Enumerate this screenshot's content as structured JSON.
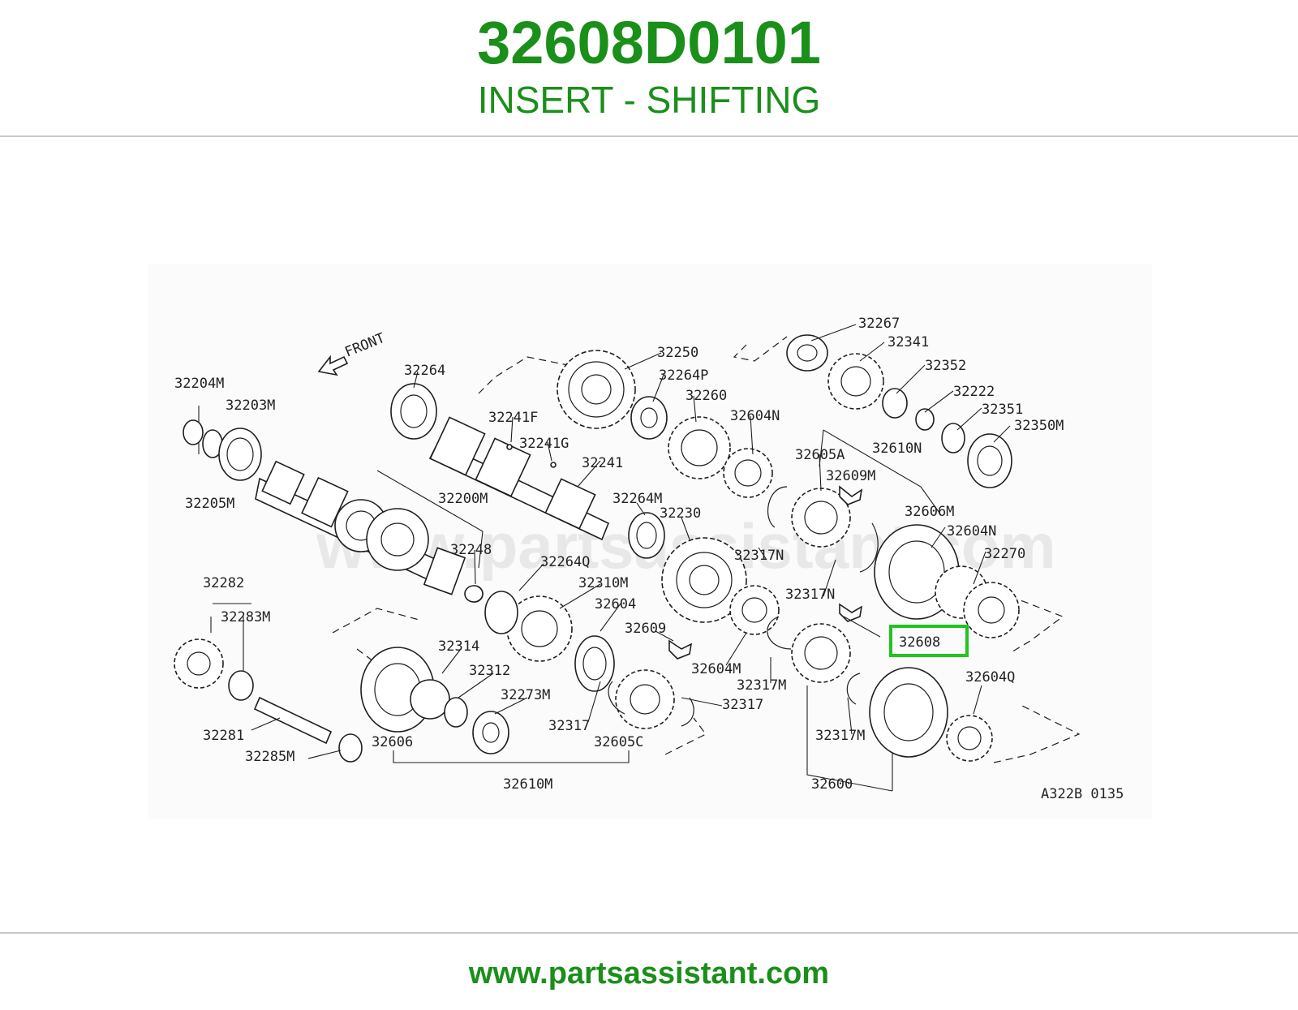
{
  "header": {
    "part_number": "32608D0101",
    "part_description": "INSERT - SHIFTING"
  },
  "diagram": {
    "watermark": "www.partsassistant.com",
    "front_label": "FRONT",
    "figure_code": "A322B 0135",
    "highlighted_label": "32608",
    "highlight_color": "#22c322",
    "labels": [
      "32267",
      "32341",
      "32352",
      "32222",
      "32351",
      "32350M",
      "32610N",
      "32250",
      "32264P",
      "32260",
      "32604N",
      "32605A",
      "32609M",
      "32264",
      "32241F",
      "32241G",
      "32241",
      "32264M",
      "32230",
      "32204M",
      "32203M",
      "32205M",
      "32200M",
      "32248",
      "32264Q",
      "32310M",
      "32604",
      "32609",
      "32604M",
      "32317N",
      "32317N",
      "32606M",
      "32604N",
      "32270",
      "32608",
      "32317M",
      "32317M",
      "32604Q",
      "32600",
      "32282",
      "32283M",
      "32281",
      "32285M",
      "32314",
      "32312",
      "32273M",
      "32317",
      "32317",
      "32606",
      "32605C",
      "32610M"
    ]
  },
  "footer": {
    "url": "www.partsassistant.com"
  }
}
